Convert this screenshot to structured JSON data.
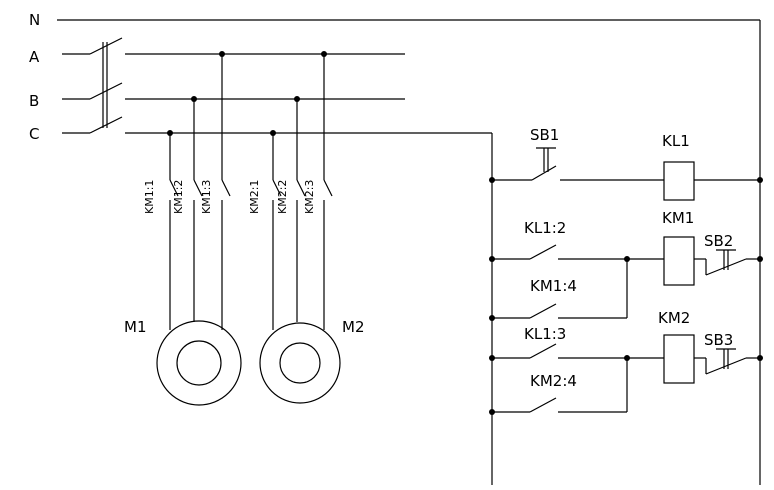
{
  "lines": {
    "n": "N",
    "a": "A",
    "b": "B",
    "c": "C"
  },
  "motors": {
    "m1": "M1",
    "m2": "M2"
  },
  "contacts": {
    "km1_1": "KM1:1",
    "km1_2": "KM1:2",
    "km1_3": "KM1:3",
    "km2_1": "KM2:1",
    "km2_2": "KM2:2",
    "km2_3": "KM2:3"
  },
  "control": {
    "sb1": "SB1",
    "kl1": "KL1",
    "kl1_2": "KL1:2",
    "km1_coil": "KM1",
    "sb2": "SB2",
    "km1_4": "KM1:4",
    "kl1_3": "KL1:3",
    "km2_coil": "KM2",
    "sb3": "SB3",
    "km2_4": "KM2:4"
  }
}
